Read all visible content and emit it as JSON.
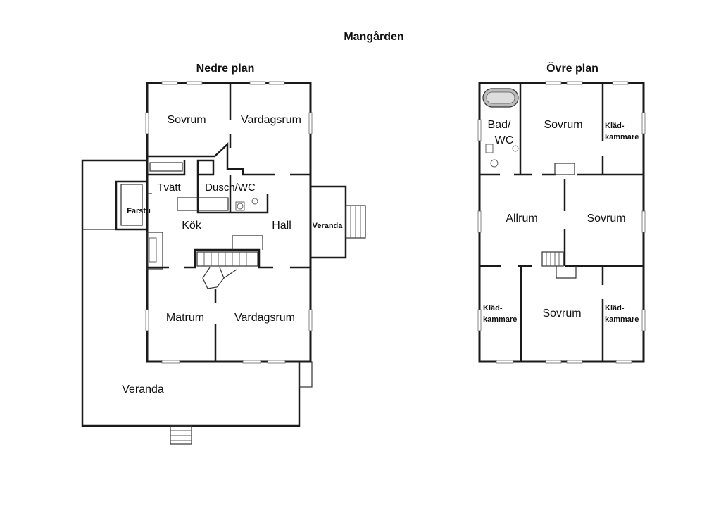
{
  "title": "Mangården",
  "lower": {
    "title": "Nedre plan",
    "rooms": {
      "sovrum": "Sovrum",
      "vardagsrum_top": "Vardagsrum",
      "tvatt": "Tvätt",
      "dusch_wc": "Dusch/WC",
      "farstu": "Farstu",
      "kok": "Kök",
      "hall": "Hall",
      "veranda_small": "Veranda",
      "matrum": "Matrum",
      "vardagsrum_bottom": "Vardagsrum",
      "veranda_large": "Veranda"
    }
  },
  "upper": {
    "title": "Övre plan",
    "rooms": {
      "bad_1": "Bad/",
      "bad_2": "WC",
      "sovrum_top": "Sovrum",
      "klad_top_1": "Kläd-",
      "klad_top_2": "kammare",
      "allrum": "Allrum",
      "sovrum_mid": "Sovrum",
      "klad_left_1": "Kläd-",
      "klad_left_2": "kammare",
      "sovrum_bottom": "Sovrum",
      "klad_right_1": "Kläd-",
      "klad_right_2": "kammare"
    }
  }
}
